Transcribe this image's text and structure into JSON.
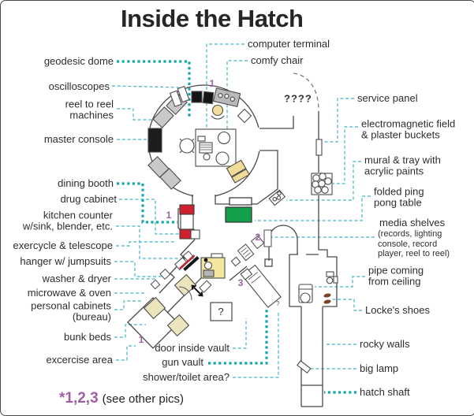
{
  "title": "Inside the Hatch",
  "labels": {
    "top": [
      {
        "id": "computer-terminal",
        "text": "computer terminal"
      },
      {
        "id": "comfy-chair",
        "text": "comfy chair"
      }
    ],
    "left": [
      {
        "id": "geodesic-dome",
        "text": "geodesic dome"
      },
      {
        "id": "oscilloscopes",
        "text": "oscilloscopes"
      },
      {
        "id": "reel-to-reel-machines",
        "text": "reel to reel\nmachines"
      },
      {
        "id": "master-console",
        "text": "master console"
      },
      {
        "id": "dining-booth",
        "text": "dining booth"
      },
      {
        "id": "drug-cabinet",
        "text": "drug cabinet"
      },
      {
        "id": "kitchen-counter",
        "text": "kitchen counter\nw/sink, blender, etc."
      },
      {
        "id": "exercycle-telescope",
        "text": "exercycle & telescope"
      },
      {
        "id": "hanger-jumpsuits",
        "text": "hanger w/ jumpsuits"
      },
      {
        "id": "washer-dryer",
        "text": "washer & dryer"
      },
      {
        "id": "microwave-oven",
        "text": "microwave & oven"
      },
      {
        "id": "personal-cabinets",
        "text": "personal cabinets\n(bureau)"
      },
      {
        "id": "bunk-beds",
        "text": "bunk beds"
      },
      {
        "id": "excercise-area",
        "text": "excercise area"
      }
    ],
    "right": [
      {
        "id": "service-panel",
        "text": "service panel"
      },
      {
        "id": "electromagnetic-field",
        "text": "electromagnetic field\n& plaster buckets"
      },
      {
        "id": "mural-tray",
        "text": "mural & tray with\nacrylic paints"
      },
      {
        "id": "ping-pong-table",
        "text": "folded ping\npong table"
      },
      {
        "id": "media-shelves",
        "text": "media shelves"
      },
      {
        "id": "media-shelves-detail",
        "text": "(records, lighting\nconsole, record\nplayer, reel to reel)"
      },
      {
        "id": "pipe-from-ceiling",
        "text": "pipe coming\nfrom ceiling"
      },
      {
        "id": "lockes-shoes",
        "text": "Locke's shoes"
      },
      {
        "id": "rocky-walls",
        "text": "rocky walls"
      },
      {
        "id": "big-lamp",
        "text": "big lamp"
      },
      {
        "id": "hatch-shaft",
        "text": "hatch shaft"
      }
    ],
    "bottom": [
      {
        "id": "door-inside-vault",
        "text": "door inside vault"
      },
      {
        "id": "gun-vault",
        "text": "gun vault"
      },
      {
        "id": "shower-toilet",
        "text": "shower/toilet area?"
      }
    ]
  },
  "markers": [
    "1",
    "1",
    "1",
    "2",
    "3"
  ],
  "plan_annotations": {
    "unknown_area": "????",
    "question_room": "?",
    "gun_vault_note": "?"
  },
  "footnote": {
    "highlight": "*1,2,3",
    "text": "(see other pics)"
  },
  "colors": {
    "leader_teal_thin": "#45b3c4",
    "leader_teal_thick": "#16a6ae",
    "marker_purple": "#9e5fa4",
    "booth_red": "#cf2030",
    "ping_pong_green": "#14a04a",
    "counter_yellow": "#f2e6a0",
    "bunk_cream": "#ece4bd",
    "shoes_brown": "#7a4527",
    "wall_gray": "#4a4a4a"
  }
}
